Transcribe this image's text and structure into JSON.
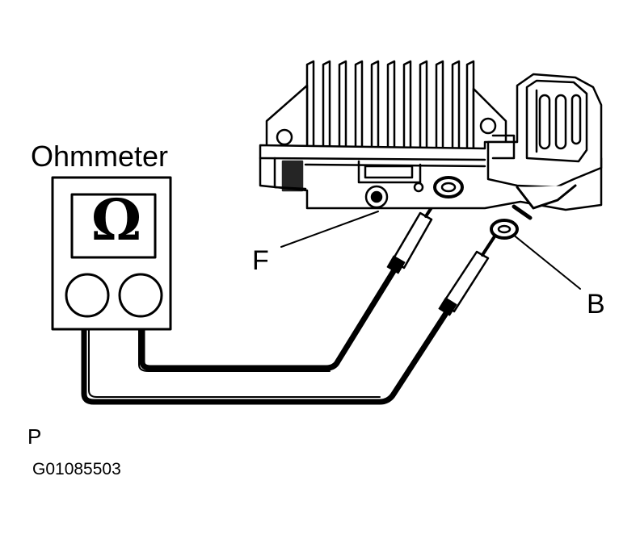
{
  "labels": {
    "ohmmeter": "Ohmmeter",
    "terminal_f": "F",
    "terminal_b": "B",
    "corner_mark": "P",
    "figure_code": "G01085503"
  },
  "meter": {
    "display_symbol": "Ω"
  },
  "colors": {
    "ink": "#000000",
    "paper": "#ffffff"
  }
}
